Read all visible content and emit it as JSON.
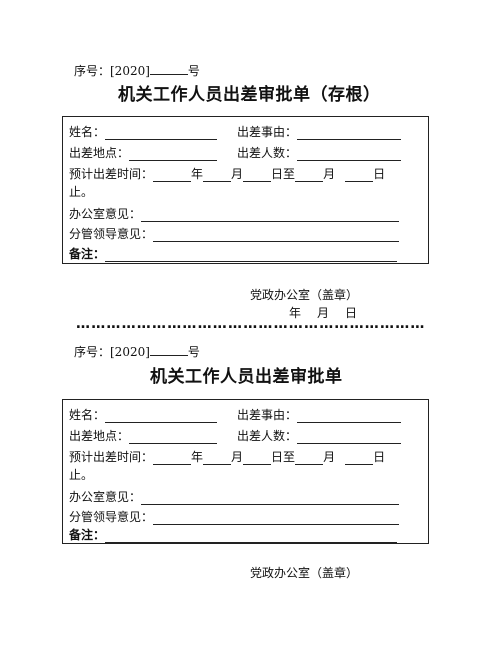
{
  "forms": [
    {
      "serial_label": "序号：[2020]",
      "serial_suffix": "号",
      "title": "机关工作人员出差审批单（存根）",
      "fields": {
        "name": "姓名：",
        "reason": "出差事由：",
        "location": "出差地点：",
        "count": "出差人数：",
        "time_label": "预计出差时间：",
        "year": "年",
        "month": "月",
        "day_to": "日至",
        "month2": "月",
        "day_end": "日",
        "stop": "止。",
        "office_opinion": "办公室意见：",
        "leader_opinion": "分管领导意见：",
        "remark": "备注："
      },
      "stamp": "党政办公室（盖章）",
      "date": {
        "year": "年",
        "month": "月",
        "day": "日"
      }
    },
    {
      "serial_label": "序号：[2020]",
      "serial_suffix": "号",
      "title": "机关工作人员出差审批单",
      "fields": {
        "name": "姓名：",
        "reason": "出差事由：",
        "location": "出差地点：",
        "count": "出差人数：",
        "time_label": "预计出差时间：",
        "year": "年",
        "month": "月",
        "day_to": "日至",
        "month2": "月",
        "day_end": "日",
        "stop": "止。",
        "office_opinion": "办公室意见：",
        "leader_opinion": "分管领导意见：",
        "remark": "备注："
      },
      "stamp": "党政办公室（盖章）"
    }
  ],
  "separator": "……………………………………………………………"
}
